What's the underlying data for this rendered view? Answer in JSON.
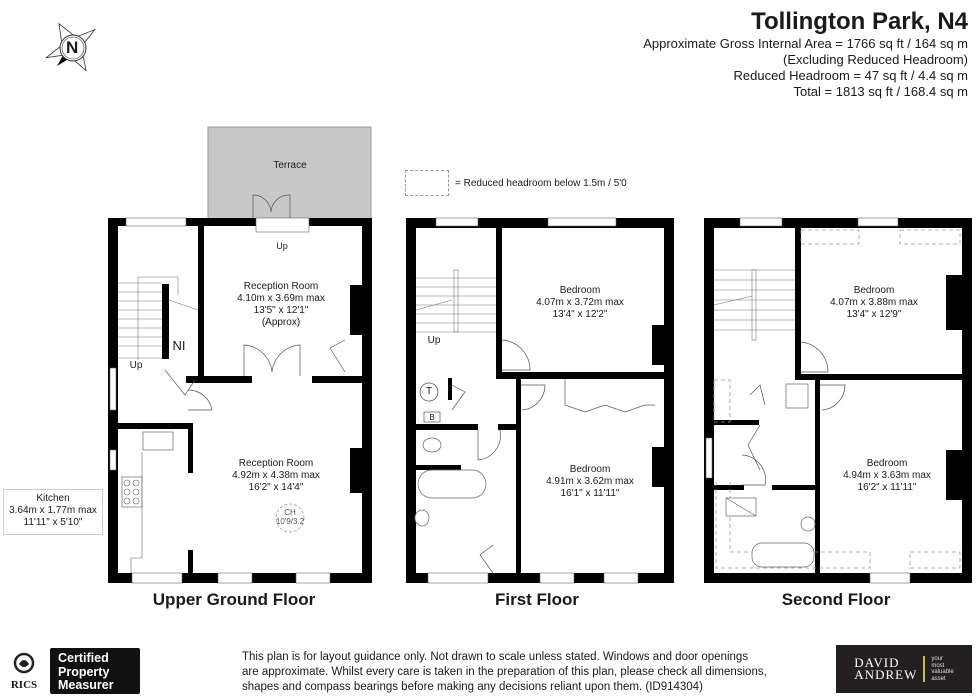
{
  "header": {
    "title": "Tollington Park, N4",
    "area_lines": [
      "Approximate Gross Internal Area = 1766 sq ft / 164 sq m",
      "(Excluding Reduced Headroom)",
      "Reduced Headroom = 47 sq ft / 4.4 sq m",
      "Total = 1813 sq ft / 168.4 sq m"
    ]
  },
  "compass": {
    "label": "N",
    "icon": "north-compass-icon"
  },
  "legend": {
    "text": "= Reduced headroom below 1.5m / 5'0"
  },
  "floors": [
    {
      "name": "Upper Ground Floor",
      "rooms": [
        {
          "name": "Terrace"
        },
        {
          "name": "Reception Room",
          "metric": "4.10m x 3.69m max",
          "imperial": "13'5\" x 12'1\"",
          "note": "(Approx)"
        },
        {
          "name": "Reception Room",
          "metric": "4.92m x 4.38m max",
          "imperial": "16'2\" x 14'4\""
        },
        {
          "name": "Kitchen",
          "metric": "3.64m x 1.77m max",
          "imperial": "11'11\" x 5'10\""
        }
      ],
      "labels": {
        "up_stairs": "Up",
        "up_terrace": "Up",
        "ni": "NI",
        "ch": "CH",
        "ch_height": "10'9/3.2"
      }
    },
    {
      "name": "First Floor",
      "rooms": [
        {
          "name": "Bedroom",
          "metric": "4.07m x 3.72m max",
          "imperial": "13'4\" x 12'2\""
        },
        {
          "name": "Bedroom",
          "metric": "4.91m x 3.62m max",
          "imperial": "16'1\" x 11'11\""
        }
      ],
      "labels": {
        "up_stairs": "Up",
        "tank": "T",
        "boiler": "B"
      }
    },
    {
      "name": "Second Floor",
      "rooms": [
        {
          "name": "Bedroom",
          "metric": "4.07m x 3.88m max",
          "imperial": "13'4\" x 12'9\""
        },
        {
          "name": "Bedroom",
          "metric": "4.94m x 3.63m max",
          "imperial": "16'2\" x 11'11\""
        }
      ]
    }
  ],
  "footer": {
    "rics": {
      "brand": "RICS",
      "badge_lines": [
        "Certified",
        "Property",
        "Measurer"
      ]
    },
    "disclaimer_lines": [
      "This plan is for layout guidance only. Not drawn to scale unless stated. Windows and door openings",
      "are approximate. Whilst every care is taken in the preparation of this plan, please check all dimensions,",
      "shapes and compass bearings before making any decisions reliant upon them. (ID914304)"
    ],
    "agent": {
      "name_line1": "DAVID",
      "name_line2": "ANDREW",
      "tagline": [
        "your",
        "most",
        "valuable",
        "asset"
      ],
      "accent_color": "#c8c23a"
    }
  },
  "colors": {
    "wall": "#000000",
    "terrace_fill": "#c8c8c8",
    "dashed": "#999999"
  }
}
